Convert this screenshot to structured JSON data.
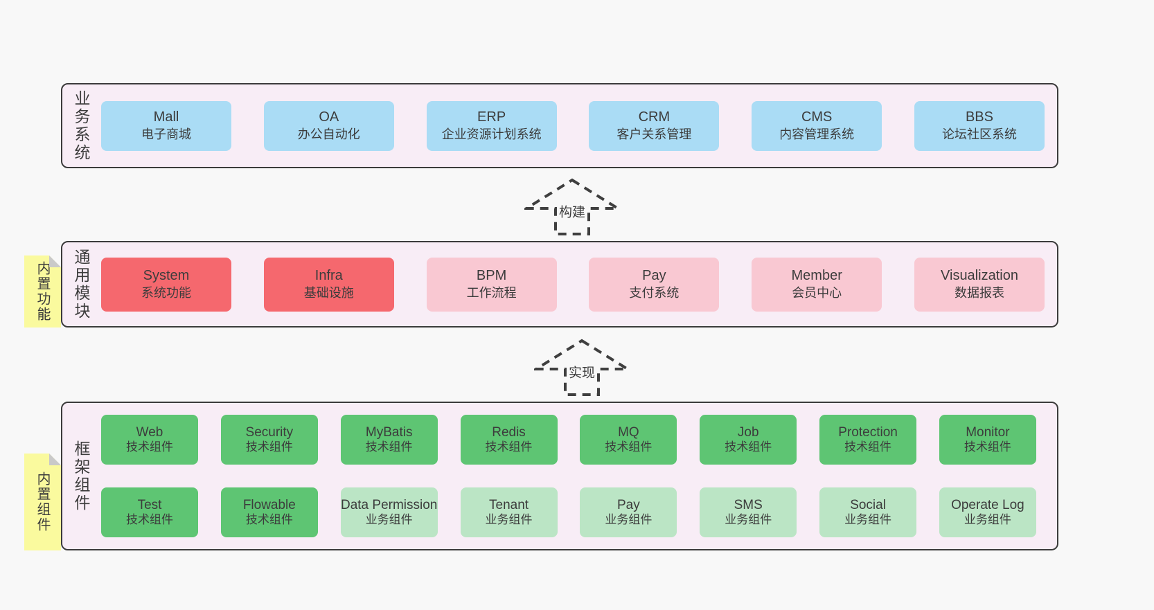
{
  "colors": {
    "page_bg": "#f8f8f8",
    "panel_bg": "#f8edf6",
    "panel_border": "#3b3b3b",
    "blue": "#aadcf5",
    "red": "#f5686e",
    "pink": "#f9c8d2",
    "green": "#5ec573",
    "green_light": "#bbe5c5",
    "tab_yellow": "#fafa9e",
    "fold_gray": "#c9c9c9",
    "text": "#3c3c3c"
  },
  "arrows": {
    "build": "构建",
    "implement": "实现"
  },
  "business": {
    "label": "业务系统",
    "items": [
      {
        "title": "Mall",
        "subtitle": "电子商城",
        "variant": "blue"
      },
      {
        "title": "OA",
        "subtitle": "办公自动化",
        "variant": "blue"
      },
      {
        "title": "ERP",
        "subtitle": "企业资源计划系统",
        "variant": "blue"
      },
      {
        "title": "CRM",
        "subtitle": "客户关系管理",
        "variant": "blue"
      },
      {
        "title": "CMS",
        "subtitle": "内容管理系统",
        "variant": "blue"
      },
      {
        "title": "BBS",
        "subtitle": "论坛社区系统",
        "variant": "blue"
      }
    ]
  },
  "modules": {
    "label": "通用模块",
    "tag": "内置功能",
    "items": [
      {
        "title": "System",
        "subtitle": "系统功能",
        "variant": "red"
      },
      {
        "title": "Infra",
        "subtitle": "基础设施",
        "variant": "red"
      },
      {
        "title": "BPM",
        "subtitle": "工作流程",
        "variant": "pink"
      },
      {
        "title": "Pay",
        "subtitle": "支付系统",
        "variant": "pink"
      },
      {
        "title": "Member",
        "subtitle": "会员中心",
        "variant": "pink"
      },
      {
        "title": "Visualization",
        "subtitle": "数据报表",
        "variant": "pink"
      }
    ]
  },
  "framework": {
    "label": "框架组件",
    "tag": "内置组件",
    "row1": [
      {
        "title": "Web",
        "subtitle": "技术组件",
        "variant": "green"
      },
      {
        "title": "Security",
        "subtitle": "技术组件",
        "variant": "green"
      },
      {
        "title": "MyBatis",
        "subtitle": "技术组件",
        "variant": "green"
      },
      {
        "title": "Redis",
        "subtitle": "技术组件",
        "variant": "green"
      },
      {
        "title": "MQ",
        "subtitle": "技术组件",
        "variant": "green"
      },
      {
        "title": "Job",
        "subtitle": "技术组件",
        "variant": "green"
      },
      {
        "title": "Protection",
        "subtitle": "技术组件",
        "variant": "green"
      },
      {
        "title": "Monitor",
        "subtitle": "技术组件",
        "variant": "green"
      }
    ],
    "row2": [
      {
        "title": "Test",
        "subtitle": "技术组件",
        "variant": "green"
      },
      {
        "title": "Flowable",
        "subtitle": "技术组件",
        "variant": "green"
      },
      {
        "title": "Data Permission",
        "subtitle": "业务组件",
        "variant": "green-light"
      },
      {
        "title": "Tenant",
        "subtitle": "业务组件",
        "variant": "green-light"
      },
      {
        "title": "Pay",
        "subtitle": "业务组件",
        "variant": "green-light"
      },
      {
        "title": "SMS",
        "subtitle": "业务组件",
        "variant": "green-light"
      },
      {
        "title": "Social",
        "subtitle": "业务组件",
        "variant": "green-light"
      },
      {
        "title": "Operate Log",
        "subtitle": "业务组件",
        "variant": "green-light"
      }
    ]
  }
}
